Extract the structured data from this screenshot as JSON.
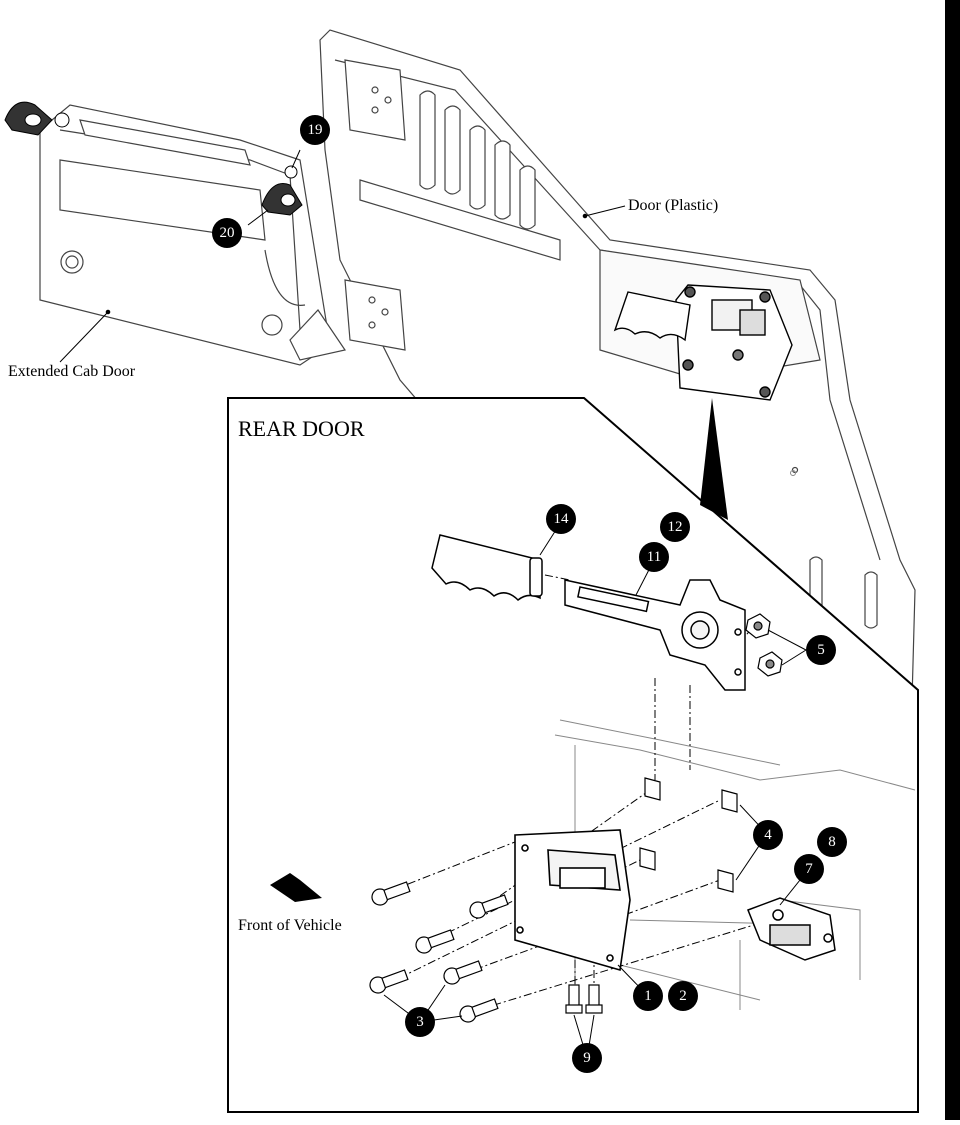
{
  "title": "REAR DOOR",
  "labels": {
    "door_plastic": "Door (Plastic)",
    "extended_cab_door": "Extended Cab Door",
    "front_of_vehicle": "Front of Vehicle"
  },
  "callouts": {
    "c1": "1",
    "c2": "2",
    "c3": "3",
    "c4": "4",
    "c5": "5",
    "c7": "7",
    "c8": "8",
    "c9": "9",
    "c11": "11",
    "c12": "12",
    "c14": "14",
    "c19": "19",
    "c20": "20"
  },
  "colors": {
    "ink": "#000000",
    "paper": "#ffffff",
    "shade": "#e6e6e6"
  }
}
